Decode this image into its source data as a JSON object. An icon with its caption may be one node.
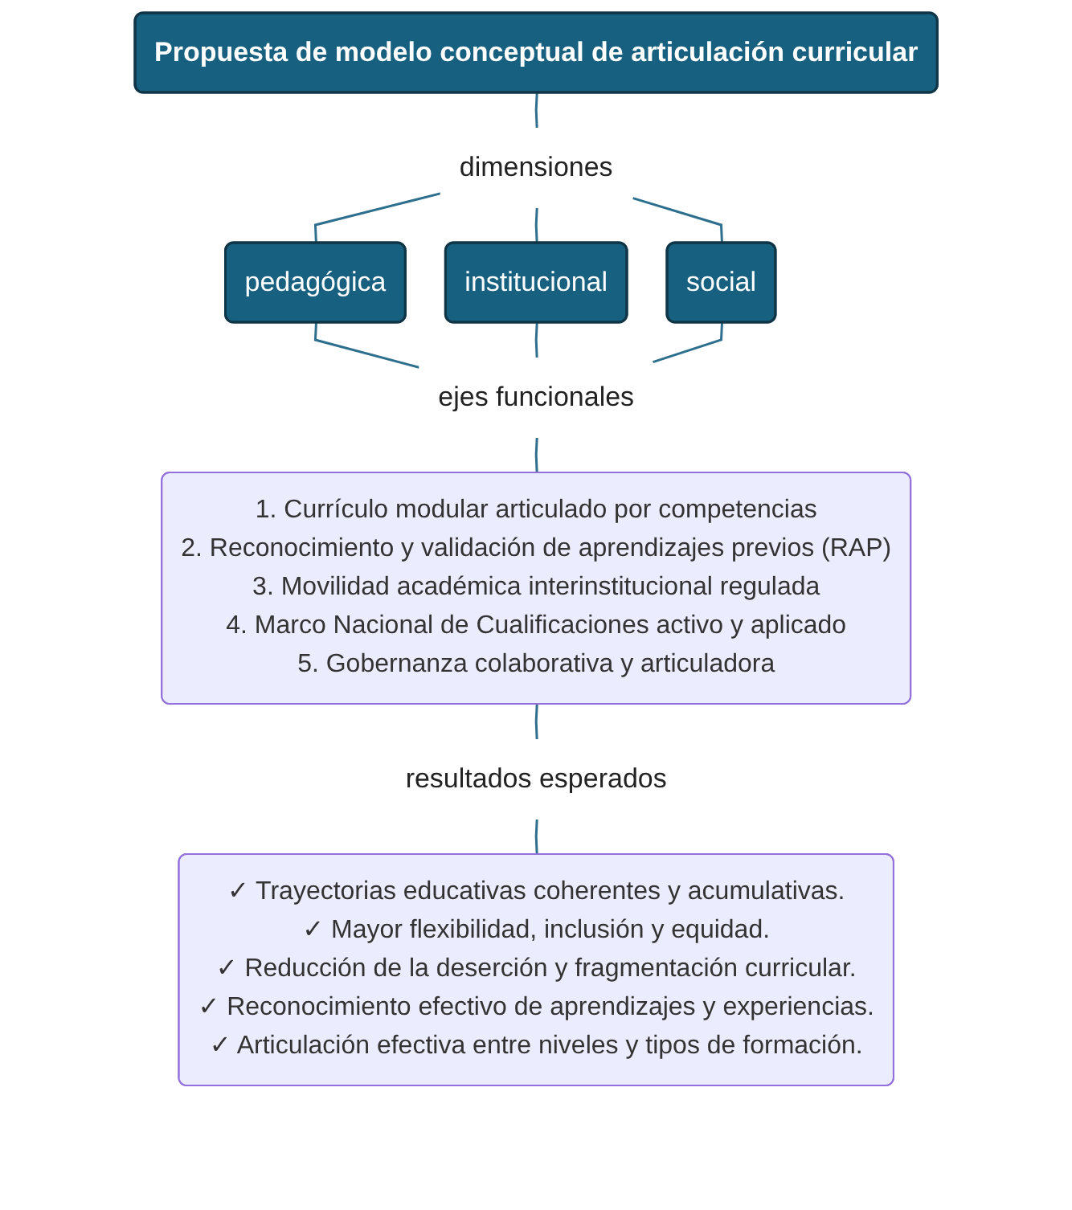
{
  "diagram": {
    "nodes": [
      {
        "text": [
          "Propuesta de modelo conceptual de articulación curricular"
        ]
      },
      {
        "text": [
          "dimensiones"
        ]
      },
      {
        "text": [
          "pedagógica"
        ]
      },
      {
        "text": [
          "institucional"
        ]
      },
      {
        "text": [
          "social"
        ]
      },
      {
        "text": [
          "ejes funcionales"
        ]
      },
      {
        "text": [
          "1. Currículo modular articulado por competencias",
          "2. Reconocimiento y validación de aprendizajes previos (RAP)",
          "3. Movilidad académica interinstitucional regulada",
          "4. Marco Nacional de Cualificaciones activo y aplicado",
          "5. Gobernanza colaborativa y articuladora"
        ]
      },
      {
        "text": [
          "resultados esperados"
        ]
      },
      {
        "text": [
          "✓ Trayectorias educativas coherentes y acumulativas.",
          "✓ Mayor flexibilidad, inclusión y equidad.",
          "✓ Reducción de la deserción y fragmentación curricular.",
          "✓ Reconocimiento efectivo de aprendizajes y experiencias.",
          "✓ Articulación efectiva entre niveles y tipos de formación."
        ]
      }
    ],
    "edges": [
      {
        "from": 0,
        "to": 1,
        "arrow": "none"
      },
      {
        "from": 1,
        "to": 2,
        "arrow": "none"
      },
      {
        "from": 1,
        "to": 3,
        "arrow": "none"
      },
      {
        "from": 1,
        "to": 4,
        "arrow": "none"
      },
      {
        "from": 2,
        "to": 5,
        "arrow": "none"
      },
      {
        "from": 3,
        "to": 5,
        "arrow": "none"
      },
      {
        "from": 4,
        "to": 5,
        "arrow": "none"
      },
      {
        "from": 5,
        "to": 6,
        "arrow": "none"
      },
      {
        "from": 6,
        "to": 7,
        "arrow": "none"
      },
      {
        "from": 7,
        "to": 8,
        "arrow": "none"
      }
    ]
  }
}
